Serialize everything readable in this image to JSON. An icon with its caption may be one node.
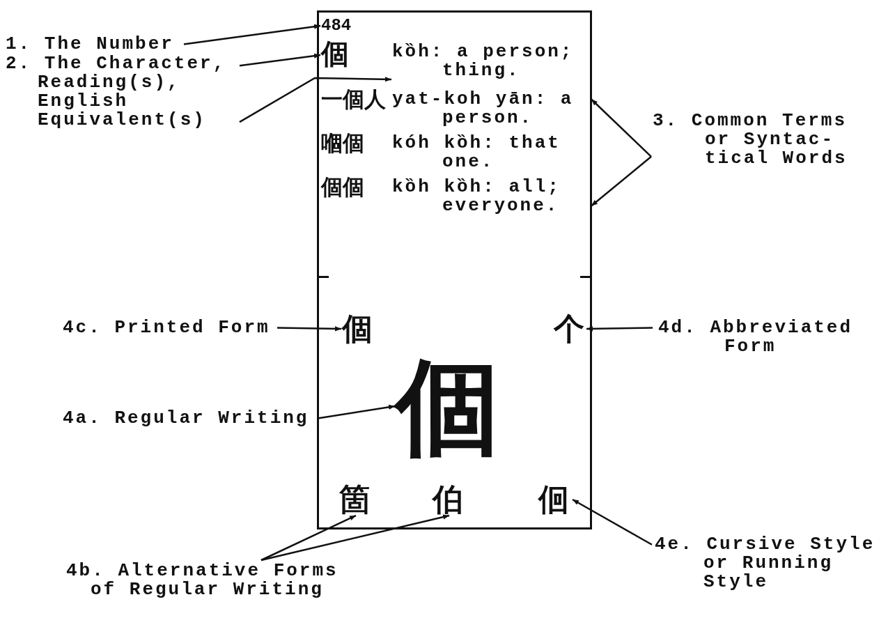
{
  "diagram": {
    "nodes": [
      {
        "text": [],
        "shape": "box"
      },
      {
        "text": [
          "484"
        ],
        "in": 0
      },
      {
        "text": [
          "個"
        ],
        "in": 0
      },
      {
        "text": [
          "kȍh: a person; thing."
        ],
        "in": 0
      },
      {
        "text": [
          "一個人"
        ],
        "in": 0
      },
      {
        "text": [
          "yat-koh yān: a person."
        ],
        "in": 0
      },
      {
        "text": [
          "嗰個"
        ],
        "in": 0
      },
      {
        "text": [
          "kóh kȍh: that one."
        ],
        "in": 0
      },
      {
        "text": [
          "個個"
        ],
        "in": 0
      },
      {
        "text": [
          "kȍh kȍh: all; everyone."
        ],
        "in": 0
      },
      {
        "text": [
          "個"
        ],
        "in": 0
      },
      {
        "text": [
          "个"
        ],
        "in": 0
      },
      {
        "text": [
          "個"
        ],
        "in": 0
      },
      {
        "text": [
          "箇"
        ],
        "in": 0
      },
      {
        "text": [
          "伯"
        ],
        "in": 0
      },
      {
        "text": [
          "佪"
        ],
        "in": 0
      },
      {
        "text": [
          "1. The Number"
        ]
      },
      {
        "text": [
          "2. The Character, Reading(s), English Equivalent(s)"
        ]
      },
      {
        "text": [
          "3. Common Terms or Syntac- tical Words"
        ]
      },
      {
        "text": [
          "4c. Printed Form"
        ]
      },
      {
        "text": [
          "4d. Abbreviated Form"
        ]
      },
      {
        "text": [
          "4a. Regular Writing"
        ]
      },
      {
        "text": [
          "4e. Cursive Style or Running Style"
        ]
      },
      {
        "text": [
          "4b. Alternative Forms of Regular Writing"
        ]
      }
    ],
    "edges": [
      {
        "from": 16,
        "to": 1,
        "arrow": "to"
      },
      {
        "from": 17,
        "to": 2,
        "arrow": "to"
      },
      {
        "from": 17,
        "to": 3,
        "arrow": "to"
      },
      {
        "from": 18,
        "to": 5,
        "arrow": "to"
      },
      {
        "from": 18,
        "to": 9,
        "arrow": "to"
      },
      {
        "from": 19,
        "to": 10,
        "arrow": "to"
      },
      {
        "from": 20,
        "to": 11,
        "arrow": "to"
      },
      {
        "from": 21,
        "to": 12,
        "arrow": "to"
      },
      {
        "from": 22,
        "to": 15,
        "arrow": "to"
      },
      {
        "from": 23,
        "to": 13,
        "arrow": "to"
      },
      {
        "from": 23,
        "to": 14,
        "arrow": "to"
      }
    ]
  }
}
